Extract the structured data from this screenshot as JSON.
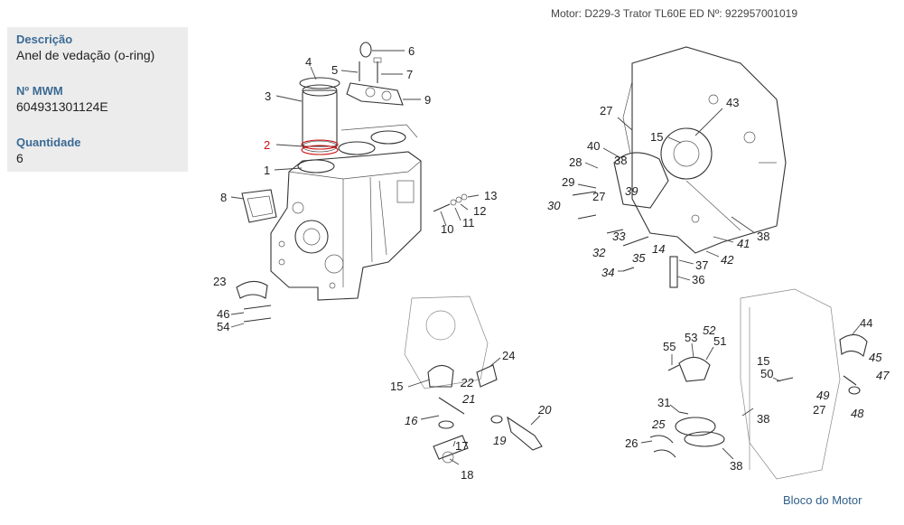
{
  "header": {
    "line": "Motor: D229-3 Trator TL60E ED    Nº: 922957001019"
  },
  "info": {
    "description_label": "Descrição",
    "description_value": "Anel de vedação (o-ring)",
    "mwm_label": "Nº MWM",
    "mwm_value": "604931301124E",
    "quantity_label": "Quantidade",
    "quantity_value": "6"
  },
  "footer": {
    "link": "Bloco do Motor"
  },
  "colors": {
    "accent": "#3a6a94",
    "link": "#2e5f8a",
    "highlight": "#cc1111",
    "panel": "#ececec"
  },
  "diagram": {
    "callouts": {
      "c1": "1",
      "c2": "2",
      "c3": "3",
      "c4": "4",
      "c5": "5",
      "c6": "6",
      "c7": "7",
      "c8": "8",
      "c9": "9",
      "c10": "10",
      "c11": "11",
      "c12": "12",
      "c13": "13",
      "c23": "23",
      "c46": "46",
      "c54": "54",
      "r27": "27",
      "r43": "43",
      "r15": "15",
      "r40": "40",
      "r38a": "38",
      "r28": "28",
      "r29": "29",
      "r27b": "27",
      "r30": "30",
      "r39": "39",
      "r33": "33",
      "r14": "14",
      "r41": "41",
      "r38b": "38",
      "r32": "32",
      "r35": "35",
      "r42": "42",
      "r37": "37",
      "r34": "34",
      "r36": "36",
      "m24": "24",
      "m15": "15",
      "m22": "22",
      "m21": "21",
      "m16": "16",
      "m19": "19",
      "m20": "20",
      "m17": "17",
      "m18": "18",
      "b44": "44",
      "b55": "55",
      "b53": "53",
      "b52": "52",
      "b51": "51",
      "b15": "15",
      "b50": "50",
      "b45": "45",
      "b47": "47",
      "b49": "49",
      "b27": "27",
      "b48": "48",
      "b31": "31",
      "b38a": "38",
      "b25": "25",
      "b26": "26",
      "b38b": "38"
    }
  }
}
